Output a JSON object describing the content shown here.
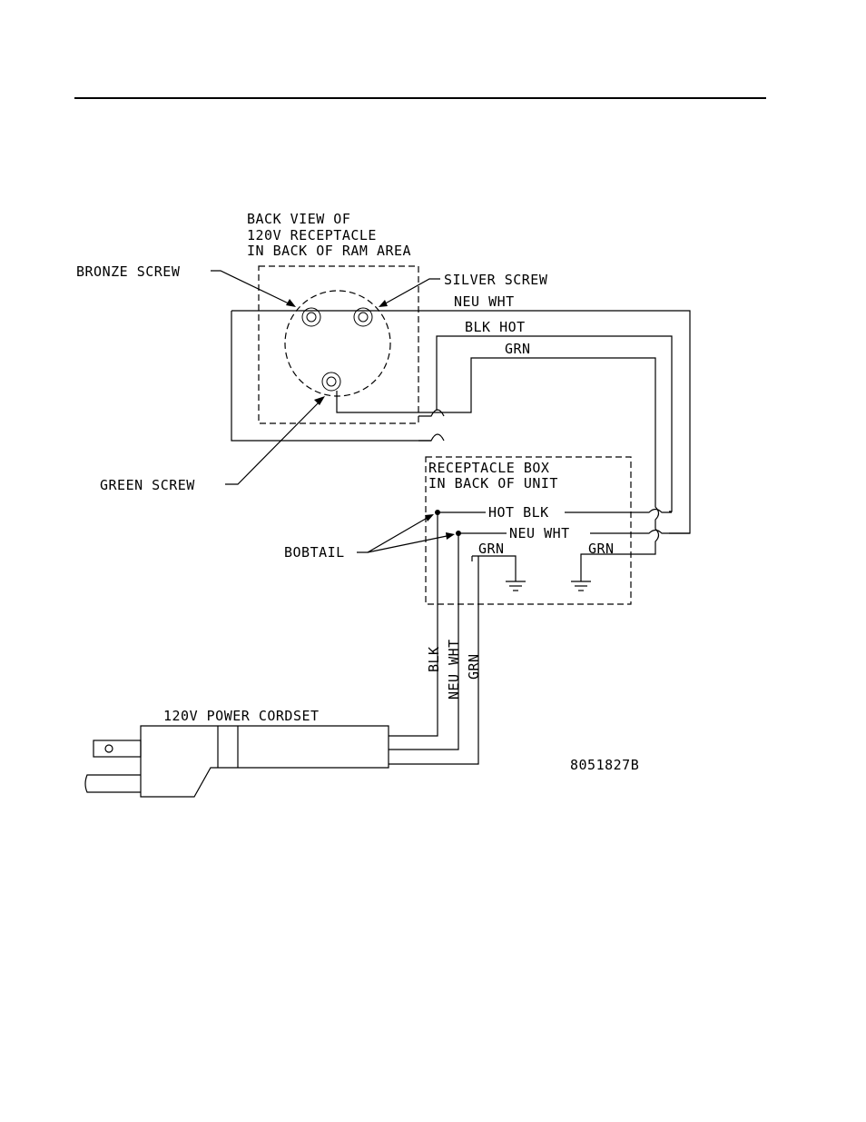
{
  "labels": {
    "receptacle_title_line1": "BACK VIEW OF",
    "receptacle_title_line2": "120V RECEPTACLE",
    "receptacle_title_line3": "IN BACK OF RAM AREA",
    "bronze_screw": "BRONZE SCREW",
    "silver_screw": "SILVER SCREW",
    "green_screw": "GREEN SCREW",
    "neu_wht_top": "NEU WHT",
    "blk_hot_top": "BLK HOT",
    "grn_top": "GRN",
    "box_title_line1": "RECEPTACLE BOX",
    "box_title_line2": "IN BACK OF UNIT",
    "hot_blk": "HOT BLK",
    "neu_wht_box": "NEU WHT",
    "grn_box_left": "GRN",
    "grn_box_right": "GRN",
    "bobtail": "BOBTAIL",
    "wire_blk": "BLK",
    "wire_neu_wht": "NEU WHT",
    "wire_grn": "GRN",
    "cordset": "120V POWER CORDSET",
    "part_number": "8051827B"
  }
}
